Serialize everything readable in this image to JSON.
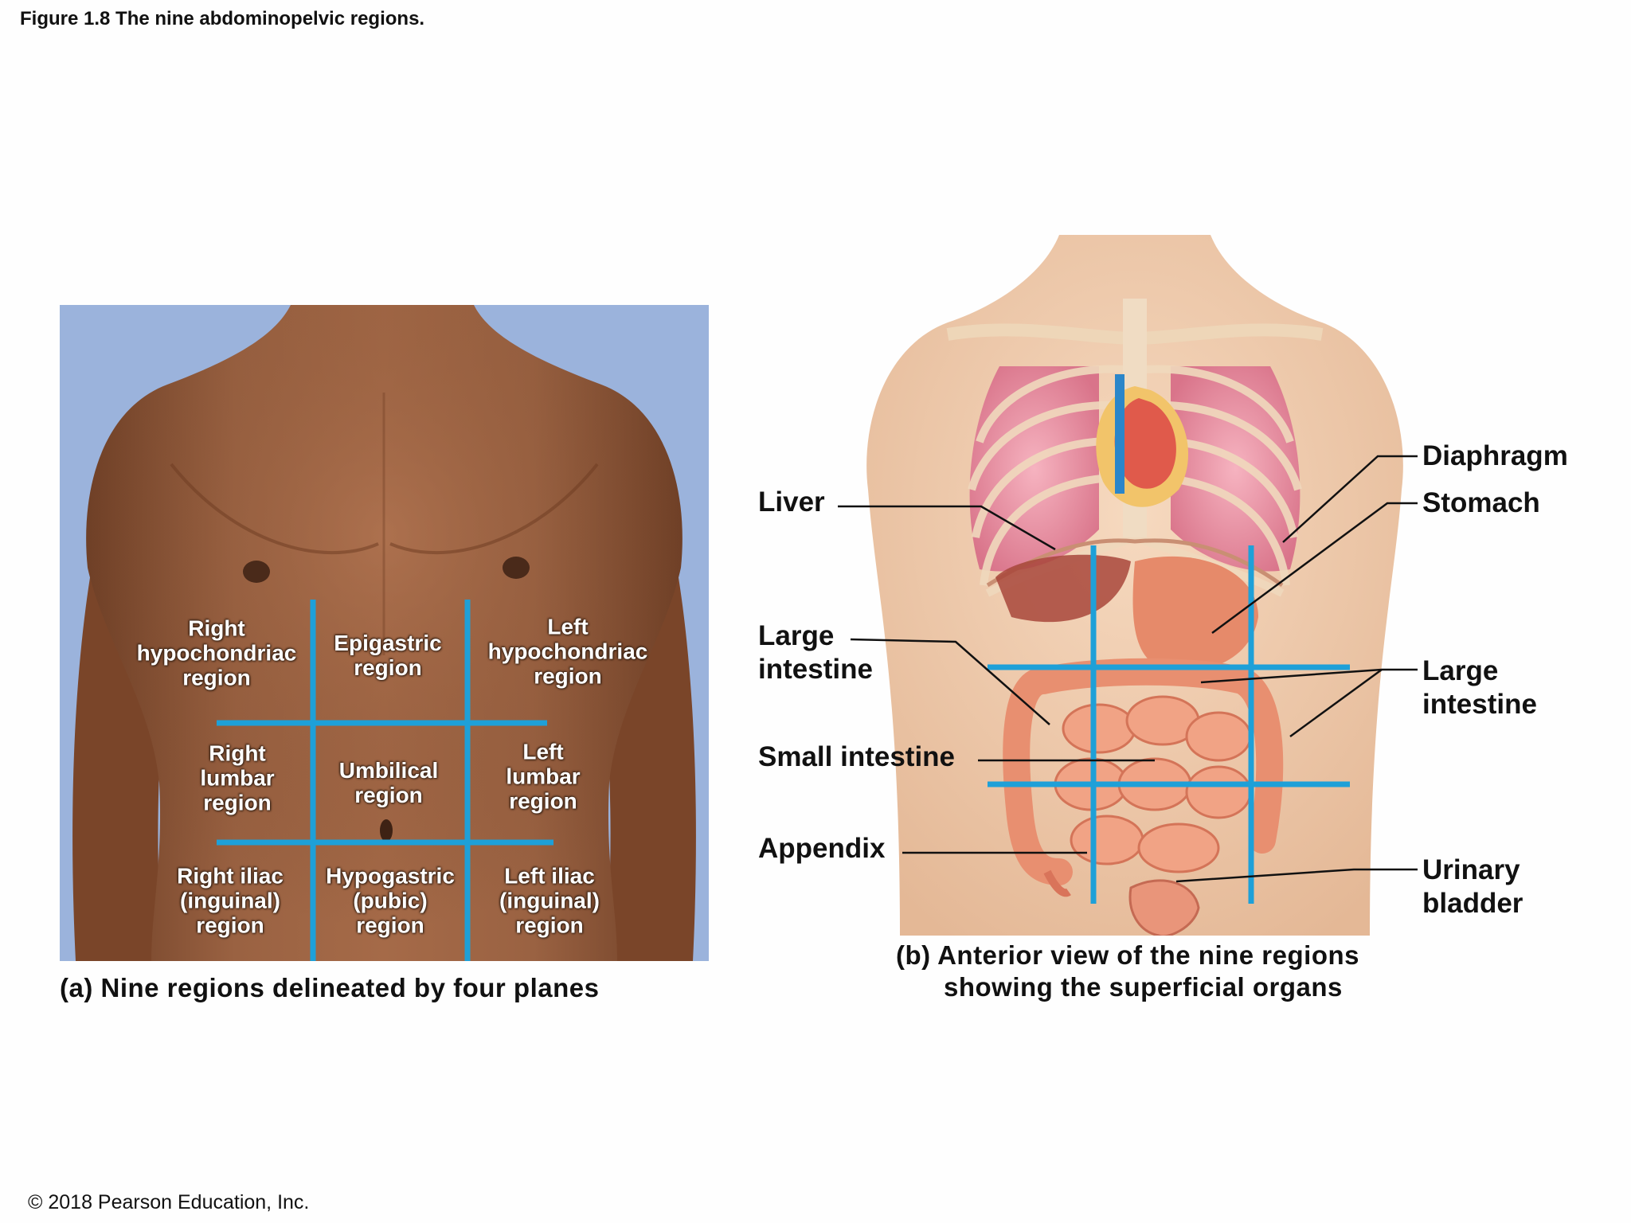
{
  "figure_title": "Figure 1.8 The nine abdominopelvic regions.",
  "copyright": "© 2018 Pearson Education, Inc.",
  "panel_a": {
    "caption": "(a) Nine regions delineated by four planes",
    "regions": [
      {
        "lines": [
          "Right",
          "hypochondriac",
          "region"
        ]
      },
      {
        "lines": [
          "Epigastric",
          "region"
        ]
      },
      {
        "lines": [
          "Left",
          "hypochondriac",
          "region"
        ]
      },
      {
        "lines": [
          "Right",
          "lumbar",
          "region"
        ]
      },
      {
        "lines": [
          "Umbilical",
          "region"
        ]
      },
      {
        "lines": [
          "Left",
          "lumbar",
          "region"
        ]
      },
      {
        "lines": [
          "Right iliac",
          "(inguinal)",
          "region"
        ]
      },
      {
        "lines": [
          "Hypogastric",
          "(pubic)",
          "region"
        ]
      },
      {
        "lines": [
          "Left iliac",
          "(inguinal)",
          "region"
        ]
      }
    ]
  },
  "panel_b": {
    "caption_line1": "(b) Anterior view of the nine regions",
    "caption_line2": "showing the superficial organs",
    "labels": {
      "liver": "Liver",
      "large_intestine_left_1": "Large",
      "large_intestine_left_2": "intestine",
      "small_intestine": "Small intestine",
      "appendix": "Appendix",
      "diaphragm": "Diaphragm",
      "stomach": "Stomach",
      "large_intestine_right_1": "Large",
      "large_intestine_right_2": "intestine",
      "urinary_bladder_1": "Urinary",
      "urinary_bladder_2": "bladder"
    }
  },
  "colors": {
    "plane_lines": "#1ea0d8",
    "background_a": "#9bb3dc",
    "skin": "#9a6242"
  }
}
